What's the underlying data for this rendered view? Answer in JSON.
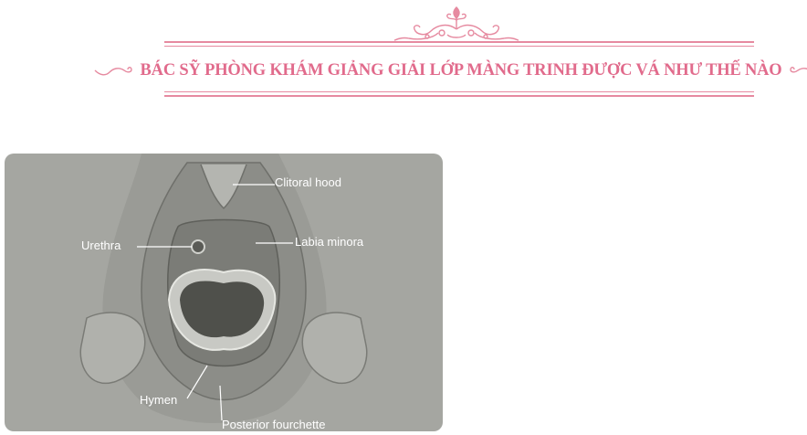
{
  "header": {
    "title": "BÁC SỸ PHÒNG KHÁM GIẢNG GIẢI LỚP MÀNG TRINH ĐƯỢC VÁ NHƯ THẾ NÀO",
    "accent_color": "#e16b8c",
    "ornament_icon": "floral-ornament-icon",
    "swirl_icon": "swirl-flourish-icon"
  },
  "figure": {
    "background_color": "#a5a6a1",
    "labels": {
      "clitoral_hood": "Clitoral hood",
      "urethra": "Urethra",
      "labia_minora": "Labia minora",
      "hymen": "Hymen",
      "posterior_fourchette": "Posterior fourchette"
    }
  }
}
